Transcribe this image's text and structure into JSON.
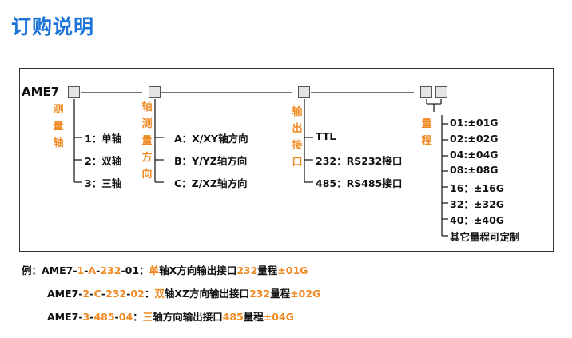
{
  "title": "订购说明",
  "model": "AME7",
  "group1": {
    "label": [
      "测",
      "量",
      "轴"
    ],
    "options": [
      "1：单轴",
      "2：双轴",
      "3：三轴"
    ]
  },
  "group2": {
    "label": [
      "轴",
      "测",
      "量",
      "方",
      "向"
    ],
    "options": [
      "A：X/XY轴方向",
      "B：Y/YZ轴方向",
      "C：Z/XZ轴方向"
    ]
  },
  "group3": {
    "label": [
      "输",
      "出",
      "接",
      "口"
    ],
    "options": [
      "TTL",
      "232：RS232接口",
      "485：RS485接口"
    ]
  },
  "group4": {
    "label": [
      "量",
      "程"
    ],
    "options": [
      "01:±01G",
      "02:±02G",
      "04:±04G",
      "08:±08G",
      "16：±16G",
      "32：±32G",
      "40：±40G",
      "其它量程可定制"
    ]
  },
  "examples": [
    {
      "prefix": "例：",
      "parts": [
        {
          "t": "AME7-",
          "o": false
        },
        {
          "t": "1",
          "o": true
        },
        {
          "t": "-",
          "o": false
        },
        {
          "t": "A",
          "o": true
        },
        {
          "t": "-",
          "o": false
        },
        {
          "t": "232",
          "o": true
        },
        {
          "t": "-01：",
          "o": false
        },
        {
          "t": "单",
          "o": true
        },
        {
          "t": "轴X方向输出接口",
          "o": false
        },
        {
          "t": "232",
          "o": true
        },
        {
          "t": "量程",
          "o": false
        },
        {
          "t": "±01G",
          "o": true
        }
      ]
    },
    {
      "prefix": "",
      "parts": [
        {
          "t": "AME7-",
          "o": false
        },
        {
          "t": "2",
          "o": true
        },
        {
          "t": "-",
          "o": false
        },
        {
          "t": "C",
          "o": true
        },
        {
          "t": "-",
          "o": false
        },
        {
          "t": "232",
          "o": true
        },
        {
          "t": "-",
          "o": false
        },
        {
          "t": "02",
          "o": true
        },
        {
          "t": "：",
          "o": false
        },
        {
          "t": "双",
          "o": true
        },
        {
          "t": "轴XZ方向输出接口",
          "o": false
        },
        {
          "t": "232",
          "o": true
        },
        {
          "t": "量程",
          "o": false
        },
        {
          "t": "±02G",
          "o": true
        }
      ]
    },
    {
      "prefix": "",
      "parts": [
        {
          "t": "AME7-",
          "o": false
        },
        {
          "t": "3",
          "o": true
        },
        {
          "t": "-",
          "o": false
        },
        {
          "t": "485",
          "o": true
        },
        {
          "t": "-",
          "o": false
        },
        {
          "t": "04",
          "o": true
        },
        {
          "t": "：",
          "o": false
        },
        {
          "t": "三",
          "o": true
        },
        {
          "t": "轴方向输出接口",
          "o": false
        },
        {
          "t": "485",
          "o": true
        },
        {
          "t": "量程",
          "o": false
        },
        {
          "t": "±04G",
          "o": true
        }
      ]
    }
  ],
  "colors": {
    "title": "#1a73d9",
    "accent": "#f08a24",
    "box_fill": "#e4e4e4"
  }
}
